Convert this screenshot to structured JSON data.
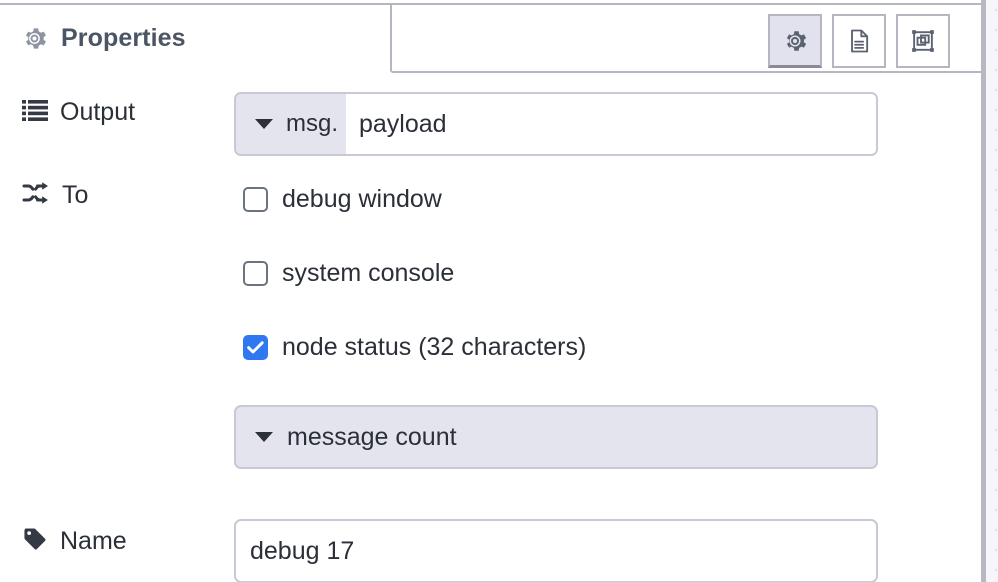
{
  "panel": {
    "tab_title": "Properties",
    "tab_icon": "gear-icon",
    "icon_tabs": [
      {
        "name": "properties-tab-icon",
        "icon": "gear-icon",
        "active": true
      },
      {
        "name": "description-tab-icon",
        "icon": "document-icon",
        "active": false
      },
      {
        "name": "appearance-tab-icon",
        "icon": "appearance-shapes-icon",
        "active": false
      }
    ]
  },
  "form": {
    "output": {
      "label": "Output",
      "icon": "list-icon",
      "type_prefix": "msg.",
      "value": "payload",
      "placeholder": "payload"
    },
    "to": {
      "label": "To",
      "icon": "shuffle-icon",
      "options": [
        {
          "label": "debug window",
          "checked": false
        },
        {
          "label": "system console",
          "checked": false
        },
        {
          "label": "node status (32 characters)",
          "checked": true
        }
      ],
      "status_type": "message count"
    },
    "name": {
      "label": "Name",
      "icon": "tag-icon",
      "value": "debug 17",
      "placeholder": "Name"
    }
  },
  "colors": {
    "accent_checked": "#2f78f0",
    "field_select_bg": "#e4e4ef",
    "border": "#c9c9d6",
    "tab_active_bg": "#e2e2ee",
    "text": "#2b2f38",
    "title_text": "#4b5563"
  }
}
